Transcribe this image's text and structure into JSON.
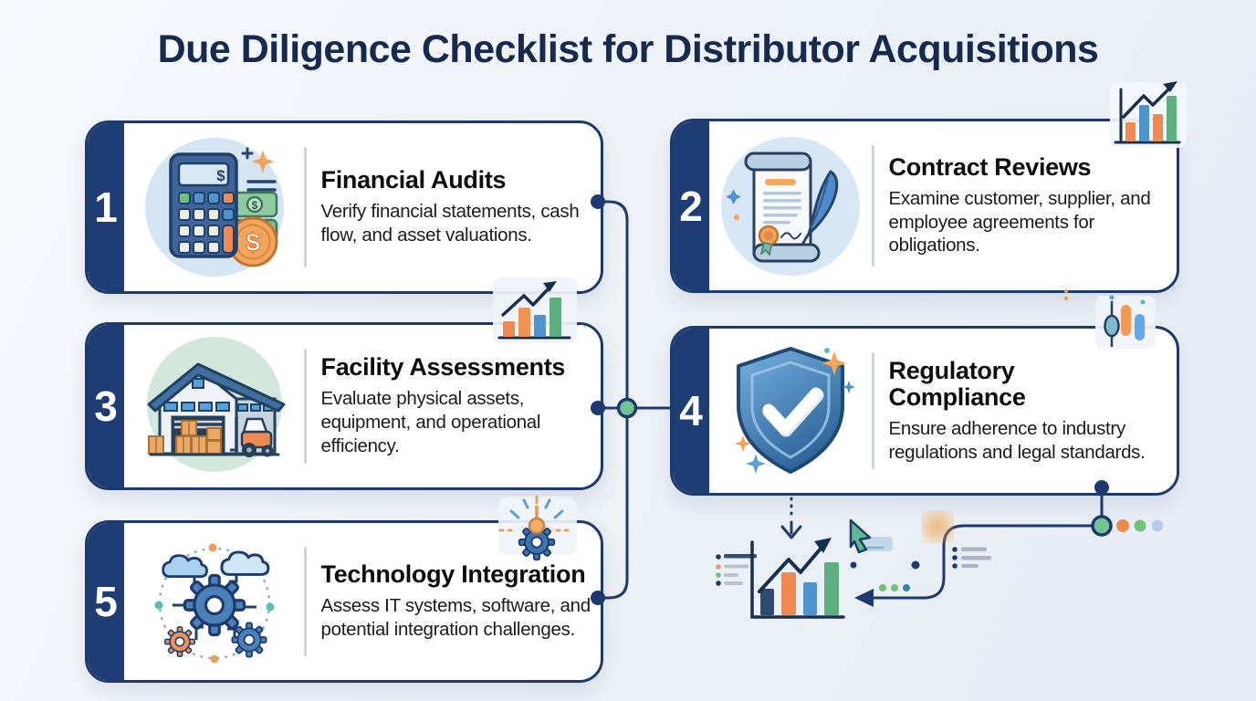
{
  "header": {
    "title": "Due Diligence Checklist for Distributor Acquisitions"
  },
  "cards": [
    {
      "number": "1",
      "title": "Financial Audits",
      "description": "Verify financial statements, cash flow, and asset valuations.",
      "icon": "calculator-money-icon"
    },
    {
      "number": "2",
      "title": "Contract Reviews",
      "description": "Examine customer, supplier, and employee agreements for obligations.",
      "icon": "contract-scroll-icon"
    },
    {
      "number": "3",
      "title": "Facility Assessments",
      "description": "Evaluate physical assets, equipment, and operational efficiency.",
      "icon": "warehouse-icon"
    },
    {
      "number": "4",
      "title": "Regulatory Compliance",
      "description": "Ensure adherence to industry regulations and legal standards.",
      "icon": "shield-check-icon"
    },
    {
      "number": "5",
      "title": "Technology Integration",
      "description": "Assess IT systems, software, and potential integration challenges.",
      "icon": "gears-cloud-icon"
    }
  ],
  "decorative_icons": [
    "growth-bar-chart-icon-top-right",
    "growth-bar-chart-icon-middle",
    "candlestick-icon",
    "gear-lightbulb-icon",
    "trend-bar-chart-icon-bottom",
    "cursor-icon",
    "checklist-icon-left",
    "checklist-icon-right",
    "down-arrow-icon",
    "left-arrow-connector"
  ],
  "colors": {
    "navy": "#1d3a6e",
    "deep_navy_title": "#16294e",
    "card_number_bg": "#1f3d75",
    "orange": "#ee8a4f",
    "green": "#5fae7f",
    "teal_node": "#72c493",
    "light_blue": "#b4cdea",
    "card_bg": "#ffffff"
  }
}
